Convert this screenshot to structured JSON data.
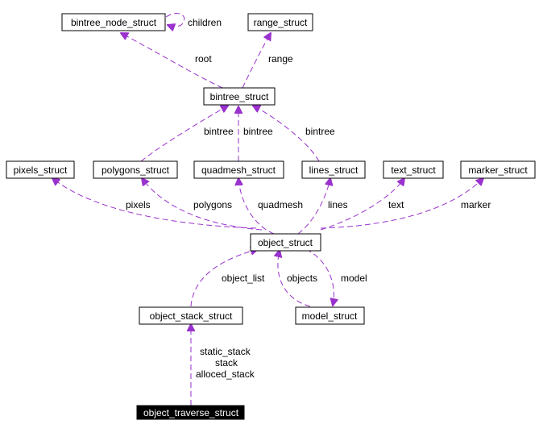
{
  "diagram": {
    "nodes": {
      "bintree_node_struct": "bintree_node_struct",
      "range_struct": "range_struct",
      "bintree_struct": "bintree_struct",
      "pixels_struct": "pixels_struct",
      "polygons_struct": "polygons_struct",
      "quadmesh_struct": "quadmesh_struct",
      "lines_struct": "lines_struct",
      "text_struct": "text_struct",
      "marker_struct": "marker_struct",
      "object_struct": "object_struct",
      "object_stack_struct": "object_stack_struct",
      "model_struct": "model_struct",
      "object_traverse_struct": "object_traverse_struct"
    },
    "edge_labels": {
      "children": "children",
      "root": "root",
      "range": "range",
      "bintree_polygons": "bintree",
      "bintree_quadmesh": "bintree",
      "bintree_lines": "bintree",
      "pixels": "pixels",
      "polygons": "polygons",
      "quadmesh": "quadmesh",
      "lines": "lines",
      "text": "text",
      "marker": "marker",
      "object_list": "object_list",
      "objects": "objects",
      "model": "model",
      "static_stack": "static_stack",
      "stack": "stack",
      "alloced_stack": "alloced_stack"
    },
    "edge_color": "#9a32cd",
    "highlight_node": "object_traverse_struct"
  }
}
